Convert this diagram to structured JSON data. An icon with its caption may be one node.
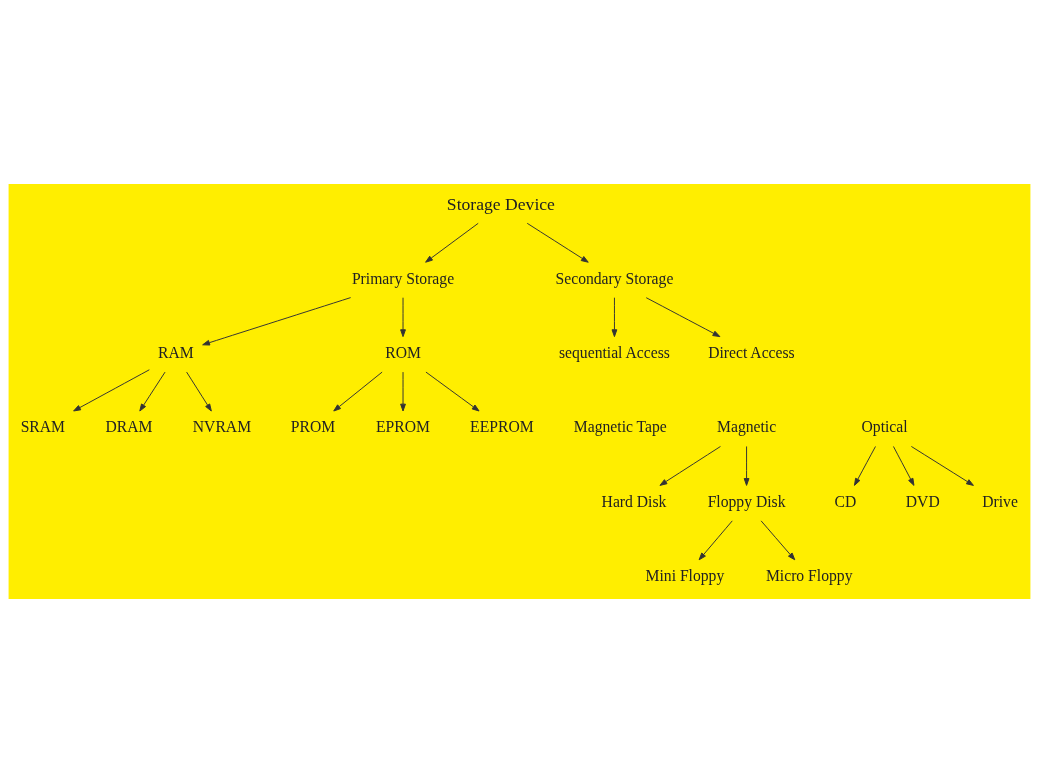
{
  "diagram": {
    "nodes": [
      {
        "text": [
          "Storage Device"
        ]
      },
      {
        "text": [
          "Primary Storage"
        ]
      },
      {
        "text": [
          "Secondary Storage"
        ]
      },
      {
        "text": [
          "RAM"
        ]
      },
      {
        "text": [
          "ROM"
        ]
      },
      {
        "text": [
          "sequential Access"
        ]
      },
      {
        "text": [
          "Direct Access"
        ]
      },
      {
        "text": [
          "SRAM"
        ]
      },
      {
        "text": [
          "DRAM"
        ]
      },
      {
        "text": [
          "NVRAM"
        ]
      },
      {
        "text": [
          "PROM"
        ]
      },
      {
        "text": [
          "EPROM"
        ]
      },
      {
        "text": [
          "EEPROM"
        ]
      },
      {
        "text": [
          "Magnetic"
        ]
      },
      {
        "text": [
          "Optical"
        ]
      },
      {
        "text": [
          "Hard Disk"
        ]
      },
      {
        "text": [
          "Floppy Disk"
        ]
      },
      {
        "text": [
          "CD"
        ]
      },
      {
        "text": [
          "DVD"
        ]
      },
      {
        "text": [
          "Drive"
        ]
      },
      {
        "text": [
          "Mini Floppy"
        ]
      },
      {
        "text": [
          "Micro Floppy"
        ]
      }
    ],
    "edges": [
      {
        "from": 0,
        "to": 1,
        "arrow": "to"
      },
      {
        "from": 0,
        "to": 2,
        "arrow": "to"
      },
      {
        "from": 1,
        "to": 3,
        "arrow": "to"
      },
      {
        "from": 1,
        "to": 4,
        "arrow": "to"
      },
      {
        "from": 2,
        "to": 5,
        "arrow": "to"
      },
      {
        "from": 2,
        "to": 6,
        "arrow": "to"
      },
      {
        "from": 3,
        "to": 7,
        "arrow": "to"
      },
      {
        "from": 3,
        "to": 8,
        "arrow": "to"
      },
      {
        "from": 3,
        "to": 9,
        "arrow": "to"
      },
      {
        "from": 4,
        "to": 10,
        "arrow": "to"
      },
      {
        "from": 4,
        "to": 11,
        "arrow": "to"
      },
      {
        "from": 4,
        "to": 12,
        "arrow": "to"
      },
      {
        "from": 13,
        "to": 15,
        "arrow": "to"
      },
      {
        "from": 13,
        "to": 16,
        "arrow": "to"
      },
      {
        "from": 14,
        "to": 17,
        "arrow": "to"
      },
      {
        "from": 14,
        "to": 18,
        "arrow": "to"
      },
      {
        "from": 14,
        "to": 19,
        "arrow": "to"
      },
      {
        "from": 16,
        "to": 20,
        "arrow": "to"
      },
      {
        "from": 16,
        "to": 21,
        "arrow": "to"
      }
    ],
    "labels": [
      "Magnetic Tape"
    ]
  }
}
